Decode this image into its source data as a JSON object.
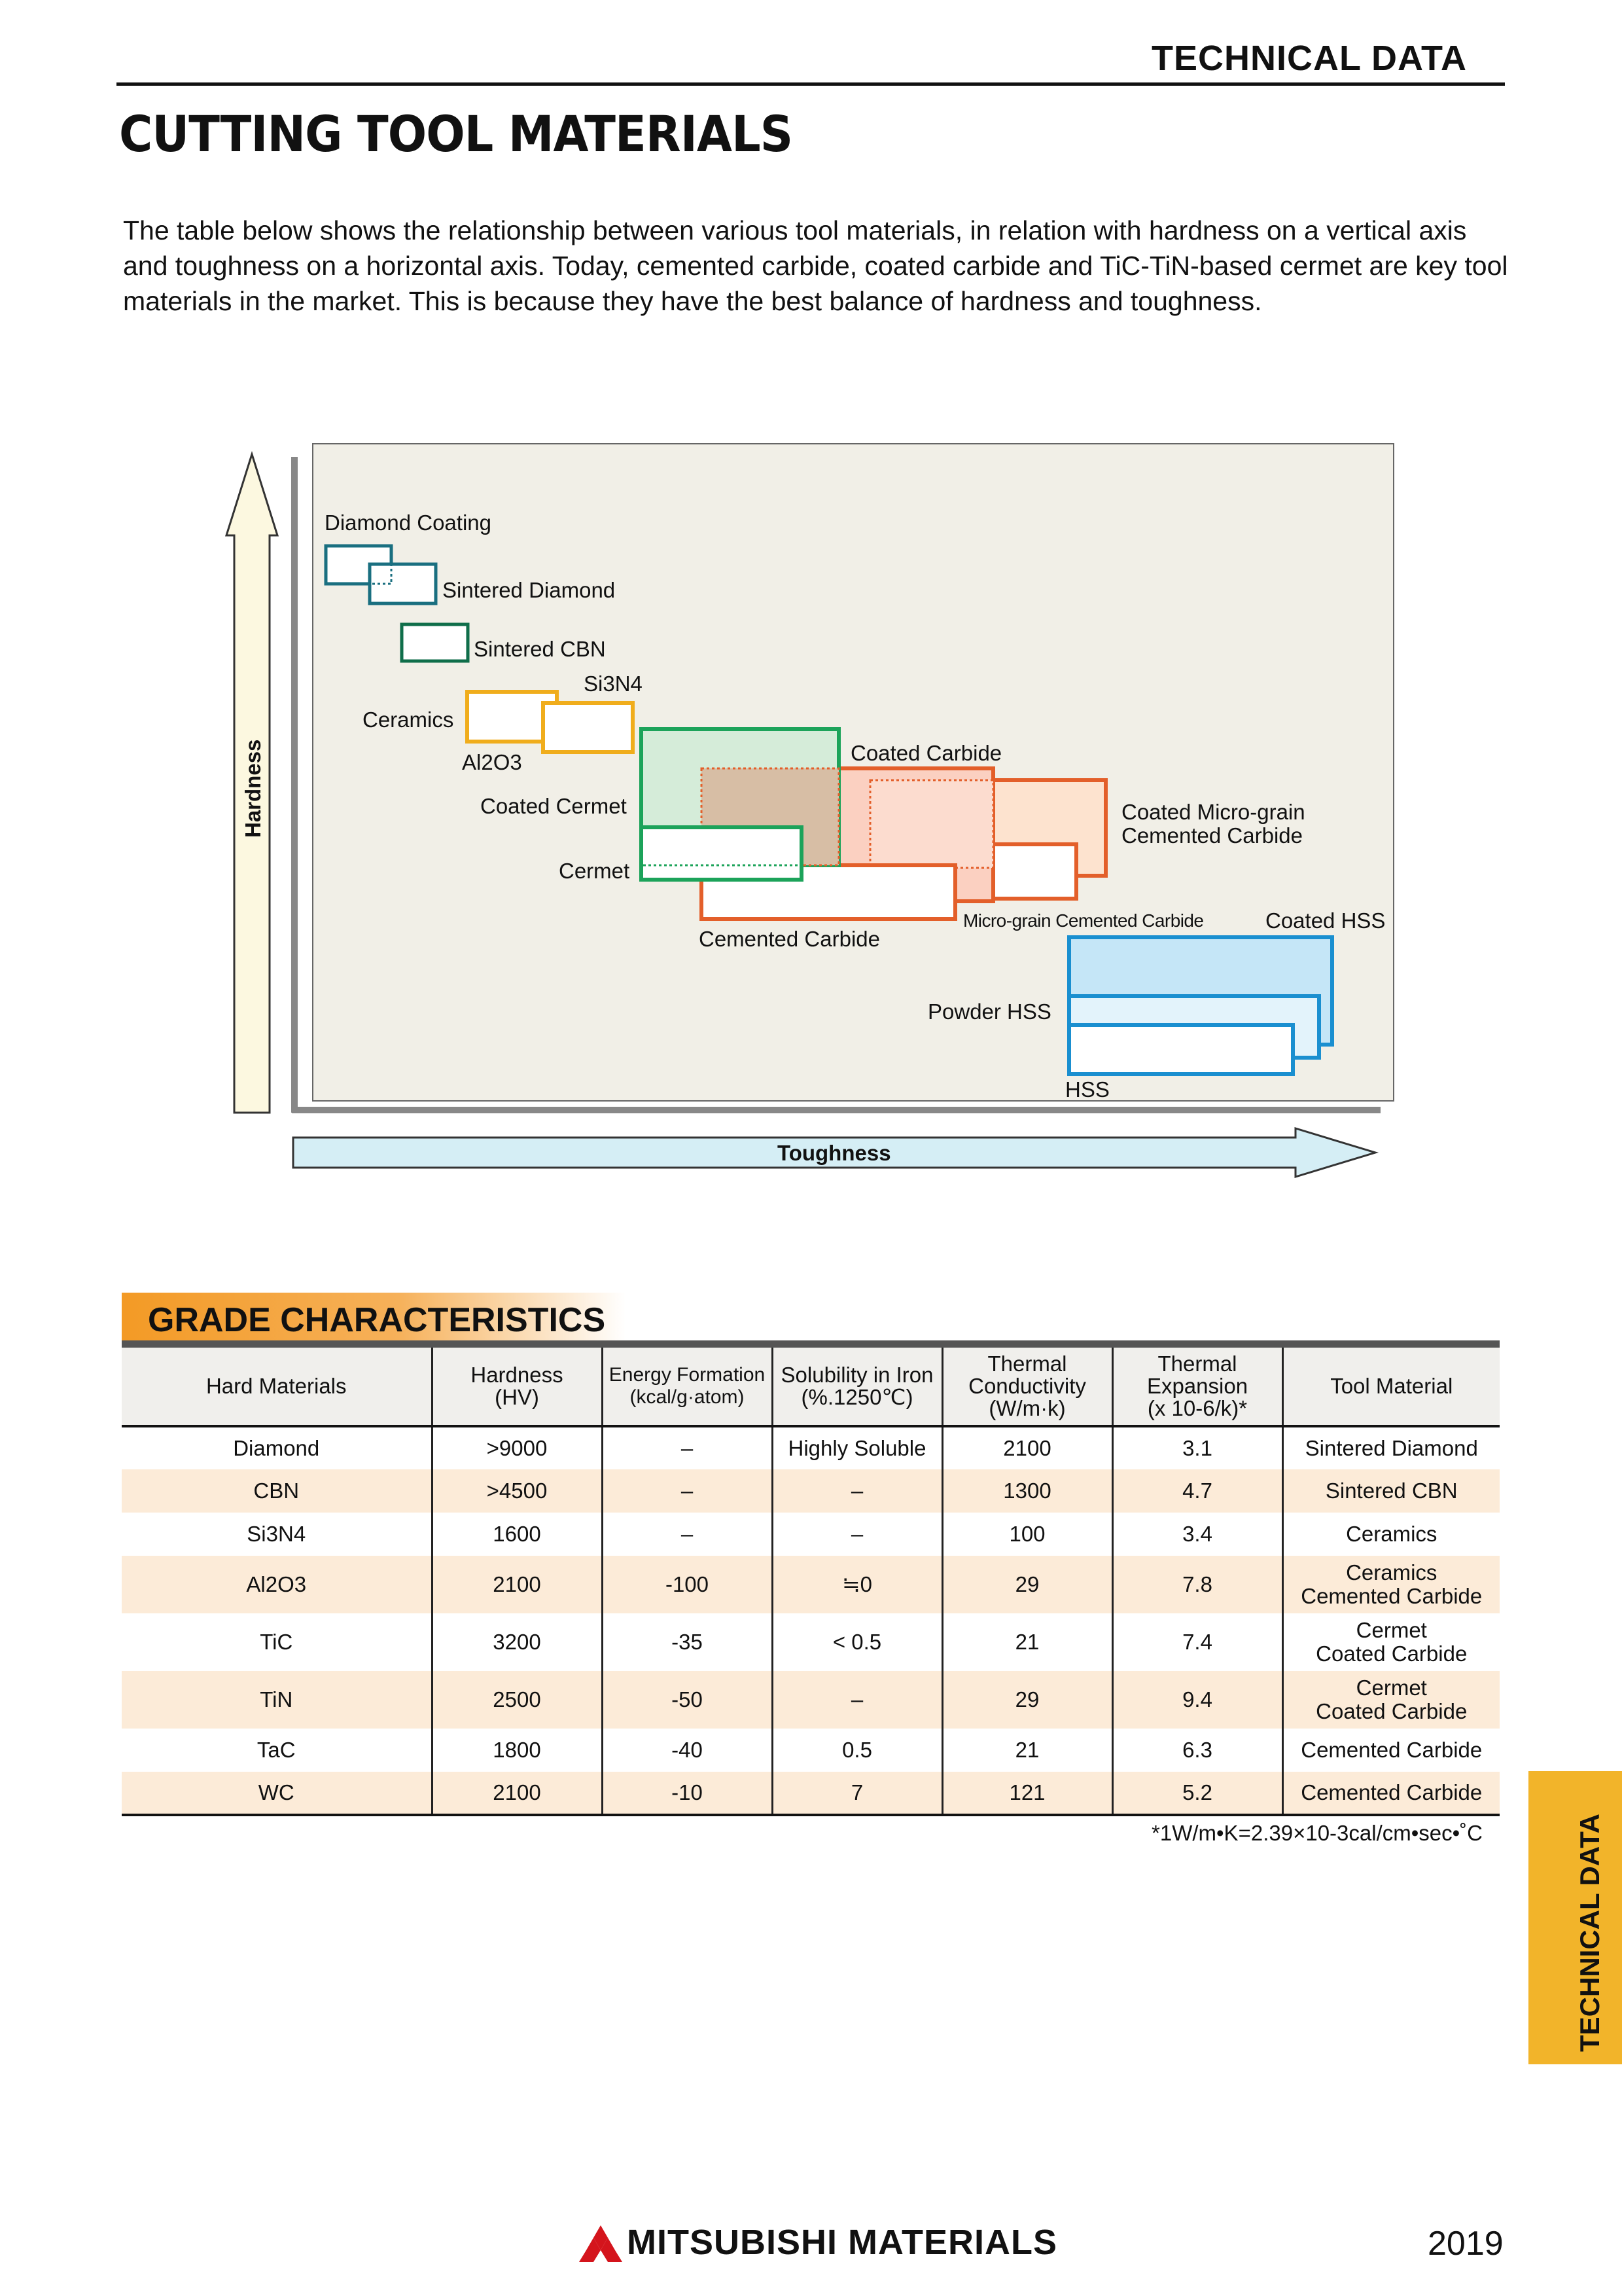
{
  "header": {
    "section": "TECHNICAL DATA"
  },
  "page_title": "CUTTING TOOL MATERIALS",
  "intro": "The table below shows the relationship between various tool materials, in relation with hardness on a vertical axis and toughness on a horizontal axis. Today, cemented carbide, coated carbide and TiC-TiN-based cermet are key tool materials in the market. This is because they have the best balance of hardness and toughness.",
  "diagram": {
    "y_axis_label": "Hardness",
    "x_axis_label": "Toughness",
    "materials": {
      "diamond_coating": "Diamond Coating",
      "sintered_diamond": "Sintered Diamond",
      "sintered_cbn": "Sintered CBN",
      "si3n4": "Si3N4",
      "ceramics": "Ceramics",
      "al2o3": "Al2O3",
      "coated_carbide": "Coated Carbide",
      "coated_cermet": "Coated Cermet",
      "coated_micro_grain_1": "Coated Micro-grain",
      "coated_micro_grain_2": "Cemented Carbide",
      "cermet": "Cermet",
      "cemented_carbide": "Cemented Carbide",
      "micro_grain": "Micro-grain Cemented Carbide",
      "coated_hss": "Coated HSS",
      "powder_hss": "Powder HSS",
      "hss": "HSS"
    },
    "colors": {
      "diamond": "#1a6f80",
      "cbn": "#0f6e4a",
      "ceramics": "#f0ad1c",
      "cermet": "#1ca35a",
      "carbide": "#e35f2a",
      "hss": "#1a8fd0",
      "panel": "#f1efe7"
    }
  },
  "grade": {
    "title": "GRADE CHARACTERISTICS",
    "headers": {
      "hard_materials": "Hard Materials",
      "hardness_1": "Hardness",
      "hardness_2": "(HV)",
      "energy_1": "Energy Formation",
      "energy_2": "(kcal/g·atom)",
      "solubility_1": "Solubility in Iron",
      "solubility_2": "(%.1250℃)",
      "conductivity_1": "Thermal",
      "conductivity_2": "Conductivity",
      "conductivity_3": "(W/m·k)",
      "expansion_1": "Thermal",
      "expansion_2": "Expansion",
      "expansion_3": "(x 10-6/k)*",
      "tool_material": "Tool Material"
    },
    "rows": [
      {
        "material": "Diamond",
        "hardness": ">9000",
        "energy": "–",
        "solubility": "Highly Soluble",
        "conductivity": "2100",
        "expansion": "3.1",
        "tool_1": "Sintered Diamond",
        "tool_2": ""
      },
      {
        "material": "CBN",
        "hardness": ">4500",
        "energy": "–",
        "solubility": "–",
        "conductivity": "1300",
        "expansion": "4.7",
        "tool_1": "Sintered CBN",
        "tool_2": ""
      },
      {
        "material": "Si3N4",
        "hardness": "1600",
        "energy": "–",
        "solubility": "–",
        "conductivity": "100",
        "expansion": "3.4",
        "tool_1": "Ceramics",
        "tool_2": ""
      },
      {
        "material": "Al2O3",
        "hardness": "2100",
        "energy": "-100",
        "solubility": "≒0",
        "conductivity": "29",
        "expansion": "7.8",
        "tool_1": "Ceramics",
        "tool_2": "Cemented Carbide"
      },
      {
        "material": "TiC",
        "hardness": "3200",
        "energy": "-35",
        "solubility": "< 0.5",
        "conductivity": "21",
        "expansion": "7.4",
        "tool_1": "Cermet",
        "tool_2": "Coated Carbide"
      },
      {
        "material": "TiN",
        "hardness": "2500",
        "energy": "-50",
        "solubility": "–",
        "conductivity": "29",
        "expansion": "9.4",
        "tool_1": "Cermet",
        "tool_2": "Coated Carbide"
      },
      {
        "material": "TaC",
        "hardness": "1800",
        "energy": "-40",
        "solubility": "0.5",
        "conductivity": "21",
        "expansion": "6.3",
        "tool_1": "Cemented Carbide",
        "tool_2": ""
      },
      {
        "material": "WC",
        "hardness": "2100",
        "energy": "-10",
        "solubility": "7",
        "conductivity": "121",
        "expansion": "5.2",
        "tool_1": "Cemented Carbide",
        "tool_2": ""
      }
    ],
    "footnote": "*1W/m•K=2.39×10-3cal/cm•sec•˚C"
  },
  "side_tab": "TECHNICAL DATA",
  "footer": {
    "brand": "MITSUBISHI MATERIALS",
    "page": "2019"
  }
}
